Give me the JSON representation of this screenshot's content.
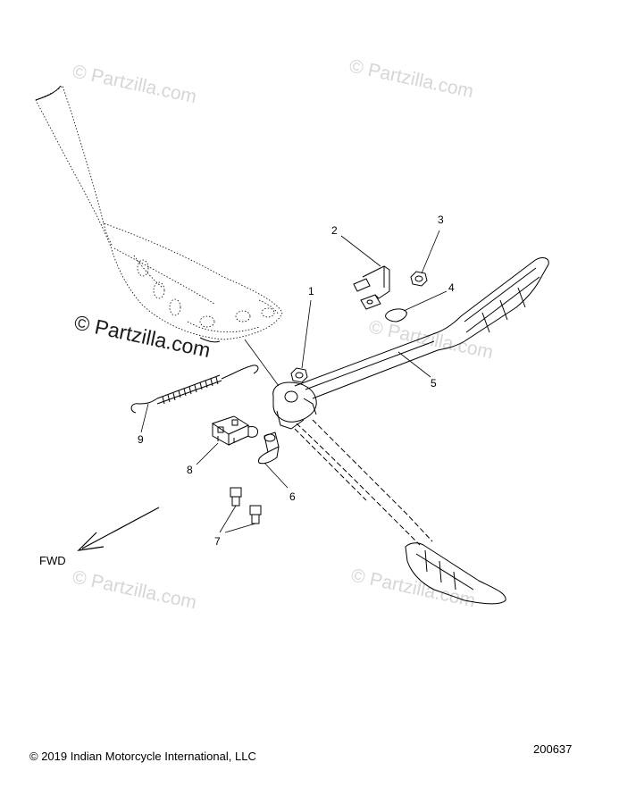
{
  "watermark": {
    "text": "© Partzilla.com"
  },
  "callouts": [
    {
      "id": "1",
      "label": "1"
    },
    {
      "id": "2",
      "label": "2"
    },
    {
      "id": "3",
      "label": "3"
    },
    {
      "id": "4",
      "label": "4"
    },
    {
      "id": "5",
      "label": "5"
    },
    {
      "id": "6",
      "label": "6"
    },
    {
      "id": "7",
      "label": "7"
    },
    {
      "id": "8",
      "label": "8"
    },
    {
      "id": "9",
      "label": "9"
    }
  ],
  "direction": {
    "label": "FWD"
  },
  "footer": {
    "copyright": "© 2019 Indian Motorcycle International, LLC",
    "reference_number": "200637"
  },
  "colors": {
    "line": "#000000",
    "watermark": "#d6d6d6",
    "background": "#ffffff"
  }
}
